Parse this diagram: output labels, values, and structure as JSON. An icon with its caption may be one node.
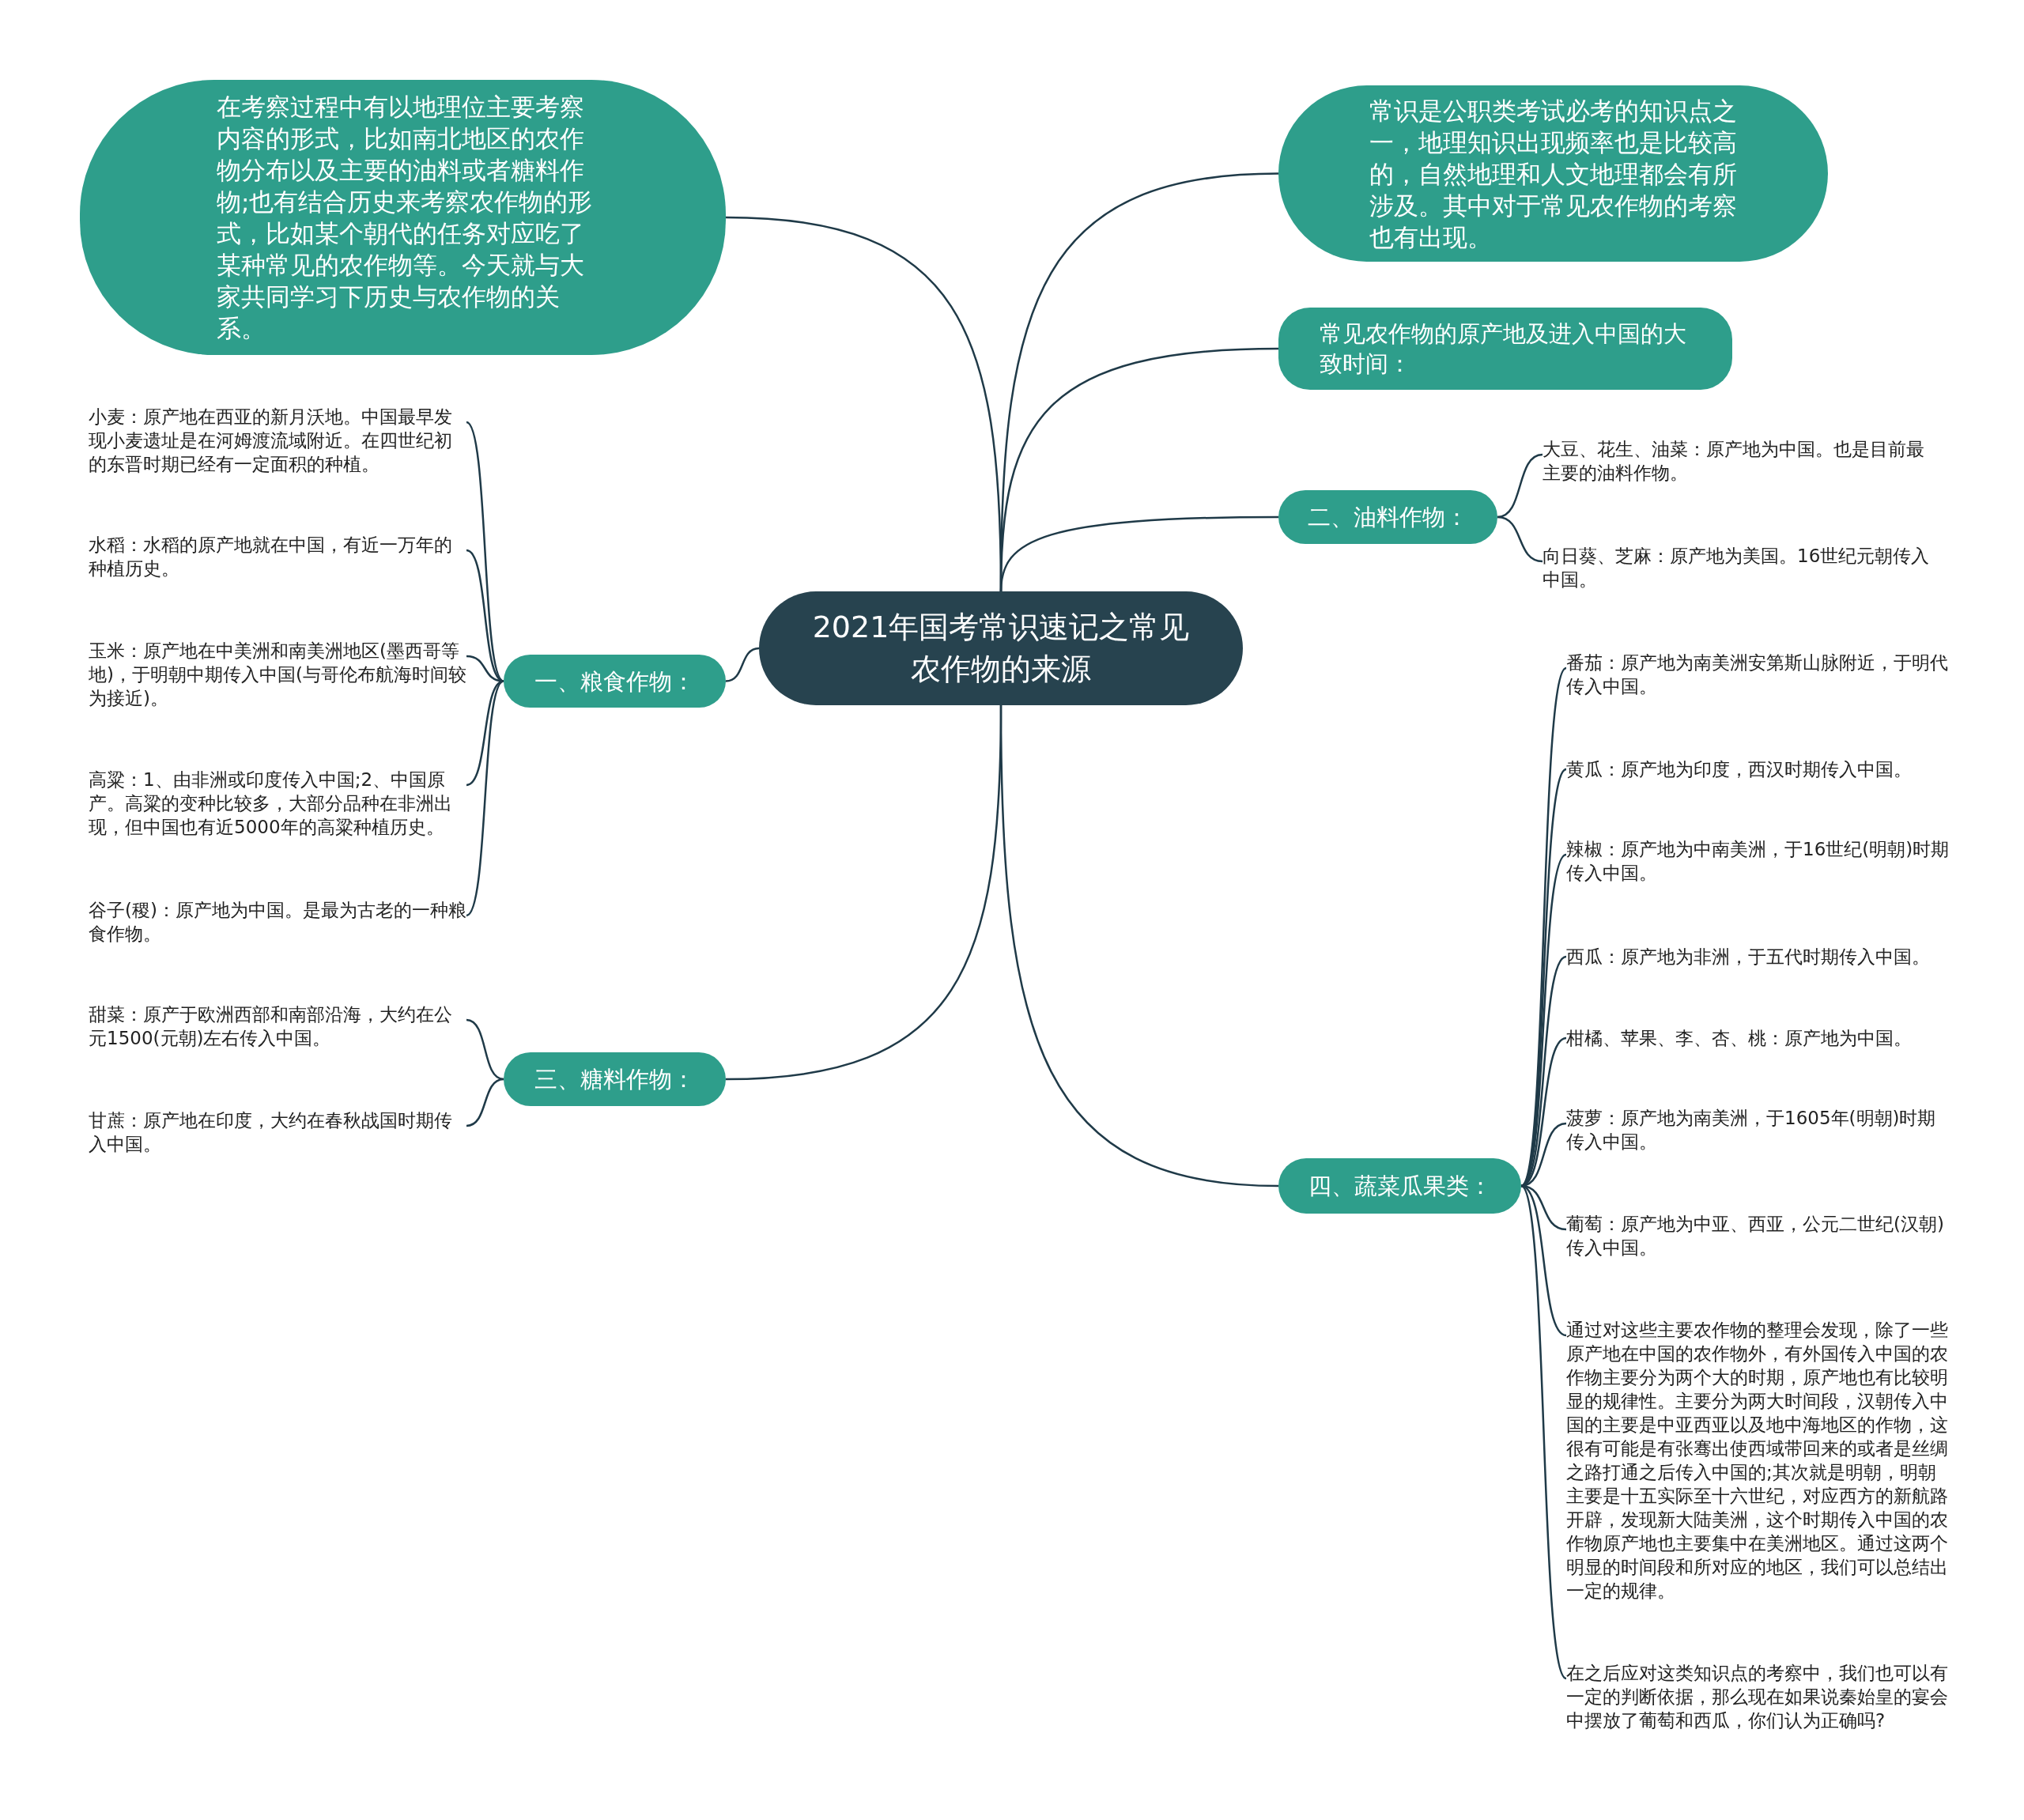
{
  "diagram": {
    "nodes": [
      {
        "text": [
          "2021年国考常识速记之常见农作物的来源"
        ]
      },
      {
        "text": [
          "在考察过程中有以地理位主要考察内容的形式，比如南北地区的农作物分布以及主要的油料或者糖料作物;也有结合历史来考察农作物的形式，比如某个朝代的任务对应吃了某种常见的农作物等。今天就与大家共同学习下历史与农作物的关系。"
        ]
      },
      {
        "text": [
          "一、粮食作物："
        ]
      },
      {
        "text": [
          "小麦：原产地在西亚的新月沃地。中国最早发现小麦遗址是在河姆渡流域附近。在四世纪初的东晋时期已经有一定面积的种植。"
        ]
      },
      {
        "text": [
          "水稻：水稻的原产地就在中国，有近一万年的种植历史。"
        ]
      },
      {
        "text": [
          "玉米：原产地在中美洲和南美洲地区(墨西哥等地)，于明朝中期传入中国(与哥伦布航海时间较为接近)。"
        ]
      },
      {
        "text": [
          "高粱：1、由非洲或印度传入中国;2、中国原产。高粱的变种比较多，大部分品种在非洲出现，但中国也有近5000年的高粱种植历史。"
        ]
      },
      {
        "text": [
          "谷子(稷)：原产地为中国。是最为古老的一种粮食作物。"
        ]
      },
      {
        "text": [
          "三、糖料作物："
        ]
      },
      {
        "text": [
          "甜菜：原产于欧洲西部和南部沿海，大约在公元1500(元朝)左右传入中国。"
        ]
      },
      {
        "text": [
          "甘蔗：原产地在印度，大约在春秋战国时期传入中国。"
        ]
      },
      {
        "text": [
          "常识是公职类考试必考的知识点之一，地理知识出现频率也是比较高的，自然地理和人文地理都会有所涉及。其中对于常见农作物的考察也有出现。"
        ]
      },
      {
        "text": [
          "常见农作物的原产地及进入中国的大致时间："
        ]
      },
      {
        "text": [
          "二、油料作物："
        ]
      },
      {
        "text": [
          "大豆、花生、油菜：原产地为中国。也是目前最主要的油料作物。"
        ]
      },
      {
        "text": [
          "向日葵、芝麻：原产地为美国。16世纪元朝传入中国。"
        ]
      },
      {
        "text": [
          "四、蔬菜瓜果类："
        ]
      },
      {
        "text": [
          "番茄：原产地为南美洲安第斯山脉附近，于明代传入中国。"
        ]
      },
      {
        "text": [
          "黄瓜：原产地为印度，西汉时期传入中国。"
        ]
      },
      {
        "text": [
          "辣椒：原产地为中南美洲，于16世纪(明朝)时期传入中国。"
        ]
      },
      {
        "text": [
          "西瓜：原产地为非洲，于五代时期传入中国。"
        ]
      },
      {
        "text": [
          "柑橘、苹果、李、杏、桃：原产地为中国。"
        ]
      },
      {
        "text": [
          "菠萝：原产地为南美洲，于1605年(明朝)时期传入中国。"
        ]
      },
      {
        "text": [
          "葡萄：原产地为中亚、西亚，公元二世纪(汉朝)传入中国。"
        ]
      },
      {
        "text": [
          "通过对这些主要农作物的整理会发现，除了一些原产地在中国的农作物外，有外国传入中国的农作物主要分为两个大的时期，原产地也有比较明显的规律性。主要分为两大时间段，汉朝传入中国的主要是中亚西亚以及地中海地区的作物，这很有可能是有张骞出使西域带回来的或者是丝绸之路打通之后传入中国的;其次就是明朝，明朝主要是十五实际至十六世纪，对应西方的新航路开辟，发现新大陆美洲，这个时期传入中国的农作物原产地也主要集中在美洲地区。通过这两个明显的时间段和所对应的地区，我们可以总结出一定的规律。"
        ]
      },
      {
        "text": [
          "在之后应对这类知识点的考察中，我们也可以有一定的判断依据，那么现在如果说秦始皇的宴会中摆放了葡萄和西瓜，你们认为正确吗?"
        ]
      }
    ],
    "edges": [
      {
        "from": 0,
        "to": 1,
        "arrow": "none"
      },
      {
        "from": 0,
        "to": 2,
        "arrow": "none"
      },
      {
        "from": 2,
        "to": 3,
        "arrow": "none"
      },
      {
        "from": 2,
        "to": 4,
        "arrow": "none"
      },
      {
        "from": 2,
        "to": 5,
        "arrow": "none"
      },
      {
        "from": 2,
        "to": 6,
        "arrow": "none"
      },
      {
        "from": 2,
        "to": 7,
        "arrow": "none"
      },
      {
        "from": 0,
        "to": 8,
        "arrow": "none"
      },
      {
        "from": 8,
        "to": 9,
        "arrow": "none"
      },
      {
        "from": 8,
        "to": 10,
        "arrow": "none"
      },
      {
        "from": 0,
        "to": 11,
        "arrow": "none"
      },
      {
        "from": 0,
        "to": 12,
        "arrow": "none"
      },
      {
        "from": 0,
        "to": 13,
        "arrow": "none"
      },
      {
        "from": 13,
        "to": 14,
        "arrow": "none"
      },
      {
        "from": 13,
        "to": 15,
        "arrow": "none"
      },
      {
        "from": 0,
        "to": 16,
        "arrow": "none"
      },
      {
        "from": 16,
        "to": 17,
        "arrow": "none"
      },
      {
        "from": 16,
        "to": 18,
        "arrow": "none"
      },
      {
        "from": 16,
        "to": 19,
        "arrow": "none"
      },
      {
        "from": 16,
        "to": 20,
        "arrow": "none"
      },
      {
        "from": 16,
        "to": 21,
        "arrow": "none"
      },
      {
        "from": 16,
        "to": 22,
        "arrow": "none"
      },
      {
        "from": 16,
        "to": 23,
        "arrow": "none"
      },
      {
        "from": 16,
        "to": 24,
        "arrow": "none"
      },
      {
        "from": 16,
        "to": 25,
        "arrow": "none"
      }
    ]
  }
}
